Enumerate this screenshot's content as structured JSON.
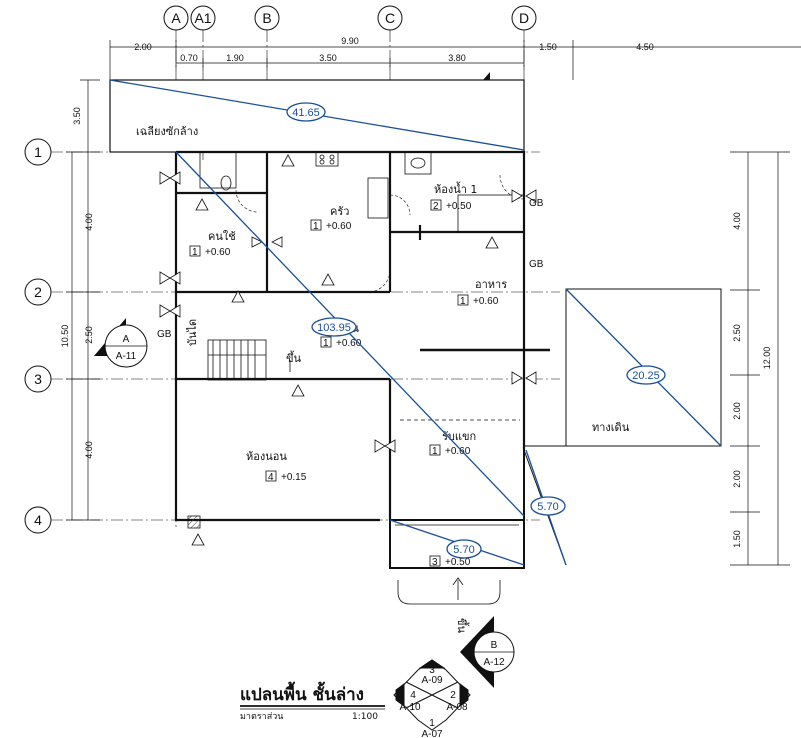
{
  "grid_columns": [
    "A",
    "A1",
    "B",
    "C",
    "D"
  ],
  "grid_rows": [
    "1",
    "2",
    "3",
    "4"
  ],
  "top_dims_outer": [
    "2.00",
    "9.90",
    "1.50",
    "4.50"
  ],
  "top_dims_inner": [
    "0.70",
    "1.90",
    "3.50",
    "3.80"
  ],
  "left_dims": [
    "3.50",
    "4.00",
    "2.50",
    "4.00",
    "10.50"
  ],
  "right_dims": [
    "4.00",
    "2.50",
    "2.00",
    "2.00",
    "1.50",
    "12.00"
  ],
  "rooms": {
    "laundry": "เฉลียงซักล้าง",
    "maid": "คนใช้",
    "kitchen": "ครัว",
    "bath": "ห้องน้ำ 1",
    "dining": "อาหาร",
    "living": "นั่งเล่น",
    "stair": "บันได",
    "up": "ขึ้น",
    "bedroom": "ห้องนอน",
    "guest": "รับแขก",
    "walkway": "ทางเดิน",
    "entry_up": "ขึ้น"
  },
  "levels": {
    "maid": "+0.60",
    "kitchen": "+0.60",
    "bath": "+0.50",
    "dining": "+0.60",
    "living": "+0.60",
    "bedroom": "+0.15",
    "guest": "+0.60",
    "porch": "+0.50"
  },
  "floor_codes": {
    "maid": "1",
    "kitchen": "1",
    "bath": "2",
    "dining": "1",
    "living": "1",
    "bedroom": "4",
    "guest": "1",
    "porch": "3"
  },
  "tags": [
    "GB",
    "GB",
    "GB"
  ],
  "measurements": [
    "41.65",
    "103.95",
    "20.25",
    "5.70",
    "5.70"
  ],
  "sections": {
    "a": {
      "letter": "A",
      "sheet": "A-11"
    },
    "b": {
      "letter": "B",
      "sheet": "A-12"
    }
  },
  "elevation_key": {
    "n1": "1",
    "n2": "2",
    "n3": "3",
    "n4": "4",
    "s1": "A-07",
    "s2": "A-08",
    "s3": "A-09",
    "s4": "A-10"
  },
  "title": "แปลนพื้น ชั้นล่าง",
  "scale_label": "มาตราส่วน",
  "scale_value": "1:100",
  "colors": {
    "line": "#111111",
    "measure": "#1a4f9a",
    "hatch": "#444444"
  }
}
